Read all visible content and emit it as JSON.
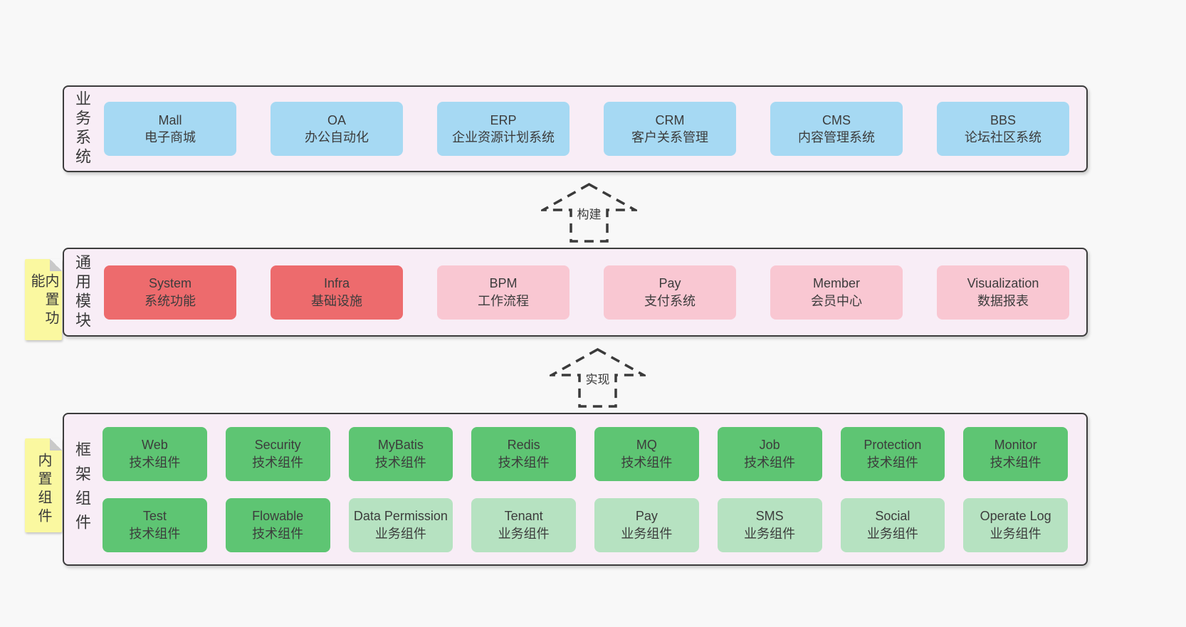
{
  "colors": {
    "page_bg": "#f8f8f8",
    "panel_bg": "#f8edf6",
    "panel_border": "#3c3c3c",
    "blue": "#a6d9f3",
    "red": "#ed6b6d",
    "pink": "#f9c7d2",
    "green": "#5ec573",
    "green_light": "#b6e2c1",
    "sticky_yellow": "#faf8a0",
    "text": "#3c3c3c"
  },
  "panels": [
    {
      "label": "业务系统",
      "boxes": [
        {
          "name": "Mall",
          "desc": "电子商城"
        },
        {
          "name": "OA",
          "desc": "办公自动化"
        },
        {
          "name": "ERP",
          "desc": "企业资源计划系统"
        },
        {
          "name": "CRM",
          "desc": "客户关系管理"
        },
        {
          "name": "CMS",
          "desc": "内容管理系统"
        },
        {
          "name": "BBS",
          "desc": "论坛社区系统"
        }
      ]
    },
    {
      "label": "通用模块",
      "sticky": "内置功能",
      "boxes": [
        {
          "name": "System",
          "desc": "系统功能"
        },
        {
          "name": "Infra",
          "desc": "基础设施"
        },
        {
          "name": "BPM",
          "desc": "工作流程"
        },
        {
          "name": "Pay",
          "desc": "支付系统"
        },
        {
          "name": "Member",
          "desc": "会员中心"
        },
        {
          "name": "Visualization",
          "desc": "数据报表"
        }
      ]
    },
    {
      "label": "框架组件",
      "sticky": "内置组件",
      "rows": [
        [
          {
            "name": "Web",
            "desc": "技术组件"
          },
          {
            "name": "Security",
            "desc": "技术组件"
          },
          {
            "name": "MyBatis",
            "desc": "技术组件"
          },
          {
            "name": "Redis",
            "desc": "技术组件"
          },
          {
            "name": "MQ",
            "desc": "技术组件"
          },
          {
            "name": "Job",
            "desc": "技术组件"
          },
          {
            "name": "Protection",
            "desc": "技术组件"
          },
          {
            "name": "Monitor",
            "desc": "技术组件"
          }
        ],
        [
          {
            "name": "Test",
            "desc": "技术组件"
          },
          {
            "name": "Flowable",
            "desc": "技术组件"
          },
          {
            "name": "Data Permission",
            "desc": "业务组件"
          },
          {
            "name": "Tenant",
            "desc": "业务组件"
          },
          {
            "name": "Pay",
            "desc": "业务组件"
          },
          {
            "name": "SMS",
            "desc": "业务组件"
          },
          {
            "name": "Social",
            "desc": "业务组件"
          },
          {
            "name": "Operate Log",
            "desc": "业务组件"
          }
        ]
      ]
    }
  ],
  "arrows": [
    {
      "label": "构建"
    },
    {
      "label": "实现"
    }
  ]
}
